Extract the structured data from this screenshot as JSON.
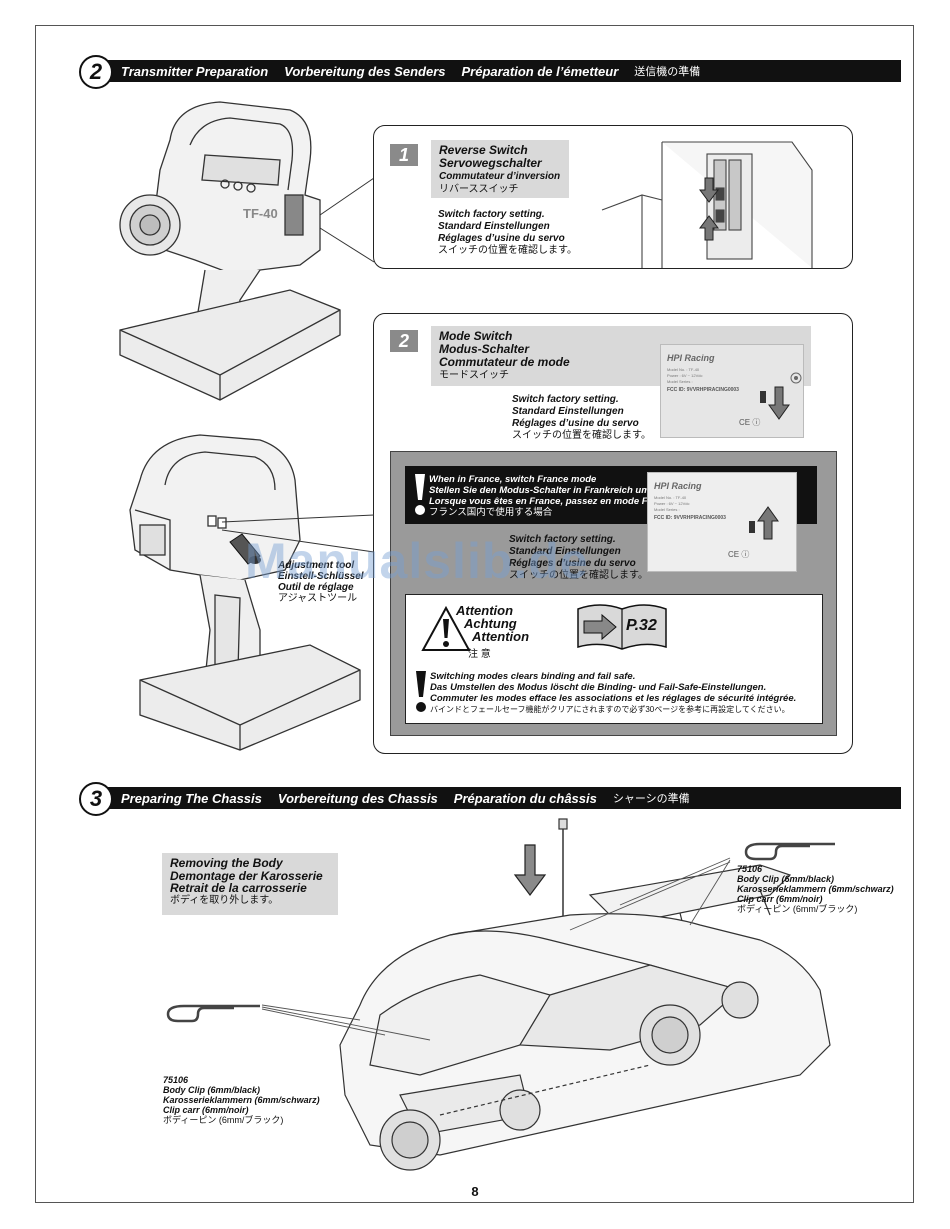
{
  "section2": {
    "number": "2",
    "titles": [
      "Transmitter Preparation",
      "Vorbereitung des Senders",
      "Préparation de l’émetteur",
      "送信機の準備"
    ]
  },
  "step1": {
    "number": "1",
    "title_lines": [
      "Reverse Switch",
      "Servowegschalter",
      "Commutateur d’inversion",
      "リバーススイッチ"
    ],
    "note_lines": [
      "Switch factory setting.",
      "Standard Einstellungen",
      "Réglages d’usine du servo",
      "スイッチの位置を確認します。"
    ]
  },
  "step2": {
    "number": "2",
    "title_lines": [
      "Mode Switch",
      "Modus-Schalter",
      "Commutateur de mode",
      "モードスイッチ"
    ],
    "note_lines": [
      "Switch factory setting.",
      "Standard Einstellungen",
      "Réglages d’usine du servo",
      "スイッチの位置を確認します。"
    ]
  },
  "device_label": {
    "brand": "HPI Racing",
    "lines": [
      "Model No. : TF-40",
      "Power : 6V ~ 12Vdc",
      "Model Series :",
      "FCC ID: 9VVRHPIRACING0003"
    ],
    "marks": "CE ⓘ"
  },
  "france": {
    "lines": [
      "When in France, switch France mode",
      "Stellen Sie den Modus-Schalter in Frankreich um.",
      "Lorsque vous êtes en France, passez en mode France",
      "フランス国内で使用する場合"
    ],
    "note_lines": [
      "Switch factory setting.",
      "Standard Einstellungen",
      "Réglages d’usine du servo",
      "スイッチの位置を確認します。"
    ]
  },
  "adjust_tool": {
    "lines": [
      "Adjustment tool",
      "Einstell-Schlüssel",
      "Outil de réglage",
      "アジャストツール"
    ]
  },
  "attention": {
    "lines": [
      "Attention",
      "Achtung",
      "Attention",
      "注 意"
    ],
    "page_ref": "P.32",
    "warning_lines": [
      "Switching modes clears binding and fail safe.",
      "Das Umstellen des Modus löscht die Binding- und Fail-Safe-Einstellungen.",
      "Commuter les modes efface les associations et les réglages de sécurité intégrée.",
      "バインドとフェールセーフ機能がクリアにされますので必ず30ページを参考に再設定してください。"
    ]
  },
  "section3": {
    "number": "3",
    "titles": [
      "Preparing The Chassis",
      "Vorbereitung des Chassis",
      "Préparation du châssis",
      "シャーシの準備"
    ]
  },
  "remove_body": {
    "lines": [
      "Removing the Body",
      "Demontage der Karosserie",
      "Retrait de la carrosserie",
      "ボディを取り外します。"
    ]
  },
  "clip_right": {
    "part_no": "75106",
    "lines": [
      "Body Clip (6mm/black)",
      "Karosserieklammern (6mm/schwarz)",
      "Clip carr (6mm/noir)",
      "ボディーピン (6mm/ブラック)"
    ]
  },
  "clip_left": {
    "part_no": "75106",
    "lines": [
      "Body Clip (6mm/black)",
      "Karosserieklammern (6mm/schwarz)",
      "Clip carr (6mm/noir)",
      "ボディーピン (6mm/ブラック)"
    ]
  },
  "watermark": "Manualslib.de",
  "page_number": "8"
}
